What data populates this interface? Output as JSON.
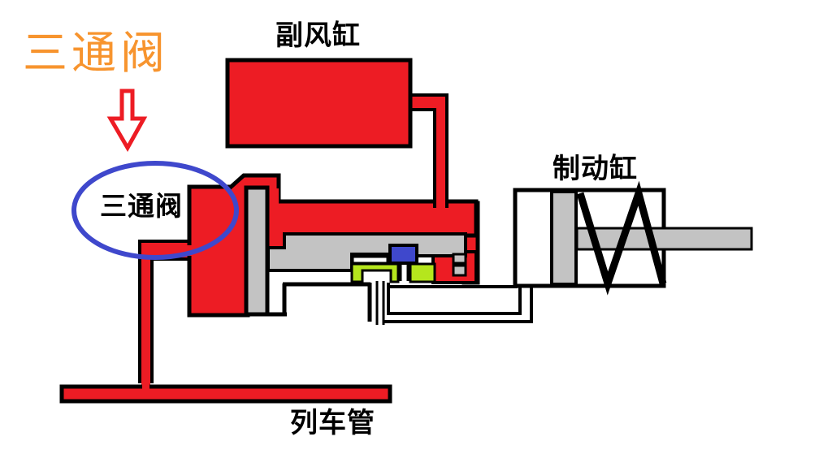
{
  "diagram": {
    "callout": {
      "label": "三通阀"
    },
    "valve": {
      "label": "三通阀"
    },
    "reservoir": {
      "label": "副风缸"
    },
    "brake_cylinder": {
      "label": "制动缸"
    },
    "train_pipe": {
      "label": "列车管"
    },
    "colors": {
      "red": "#ED1C24",
      "blue": "#3F48CC",
      "lime": "#B5E61D",
      "gray": "#C3C3C3",
      "orange": "#F7942E",
      "black": "#000000"
    }
  }
}
